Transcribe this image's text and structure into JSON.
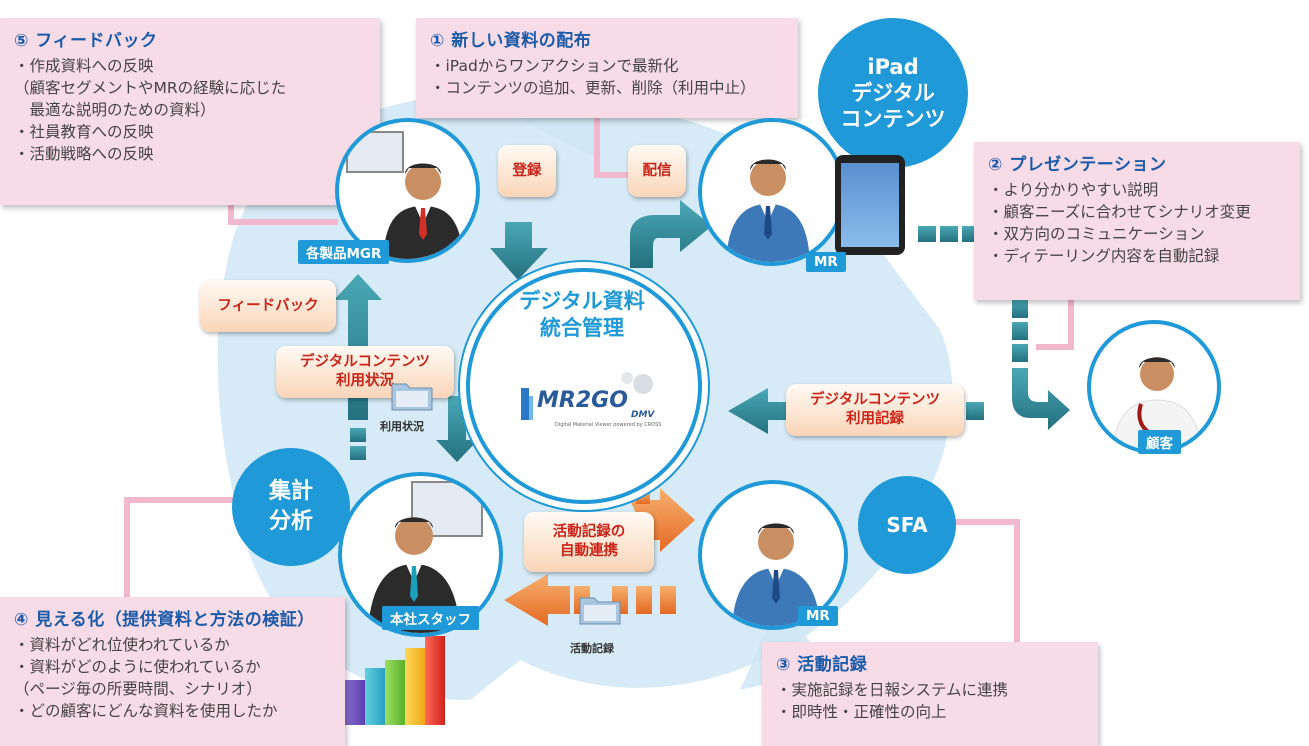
{
  "center": {
    "line1": "デジタル資料",
    "line2": "統合管理",
    "logo_main": "MR2GO",
    "logo_sub": "DMV",
    "logo_tag": "Digital Material Viewer powered by CROSS"
  },
  "circles": {
    "ipad": {
      "line1": "iPad",
      "line2": "デジタル",
      "line3": "コンテンツ"
    },
    "aggregate": {
      "line1": "集計",
      "line2": "分析"
    },
    "sfa": {
      "label": "SFA"
    }
  },
  "roles": {
    "mgr": "各製品MGR",
    "mr_top": "MR",
    "mr_bottom": "MR",
    "customer": "顧客",
    "staff": "本社スタッフ"
  },
  "pills": {
    "register": "登録",
    "deliver": "配信",
    "feedback": "フィードバック",
    "usage_line1": "デジタルコンテンツ",
    "usage_line2": "利用状況",
    "record_line1": "デジタルコンテンツ",
    "record_line2": "利用記録",
    "auto_line1": "活動記録の",
    "auto_line2": "自動連携"
  },
  "folders": {
    "usage": "利用状況",
    "activity": "活動記録"
  },
  "panels": {
    "feedback": {
      "title": "⑤ フィードバック",
      "lines": [
        "・作成資料への反映",
        "（顧客セグメントやMRの経験に応じた",
        "　最適な説明のための資料）",
        "・社員教育への反映",
        "・活動戦略への反映"
      ]
    },
    "distribution": {
      "title": "① 新しい資料の配布",
      "lines": [
        "・iPadからワンアクションで最新化",
        "・コンテンツの追加、更新、削除（利用中止）"
      ]
    },
    "presentation": {
      "title": "② プレゼンテーション",
      "lines": [
        "・より分かりやすい説明",
        "・顧客ニーズに合わせてシナリオ変更",
        "・双方向のコミュニケーション",
        "・ディテーリング内容を自動記録"
      ]
    },
    "visualize": {
      "title": "④ 見える化（提供資料と方法の検証）",
      "lines": [
        "・資料がどれ位使われているか",
        "・資料がどのように使われているか",
        "（ページ毎の所要時間、シナリオ）",
        "・どの顧客にどんな資料を使用したか"
      ]
    },
    "activity": {
      "title": "③ 活動記録",
      "lines": [
        "・実施記録を日報システムに連携",
        "・即時性・正確性の向上"
      ]
    }
  },
  "colors": {
    "accent_blue": "#1f99d8",
    "title_blue": "#1a5aa8",
    "pink": "#f7dbe6",
    "teal": "#2f8a9a",
    "orange": "#ef8a3a",
    "red_text": "#cc2418"
  }
}
